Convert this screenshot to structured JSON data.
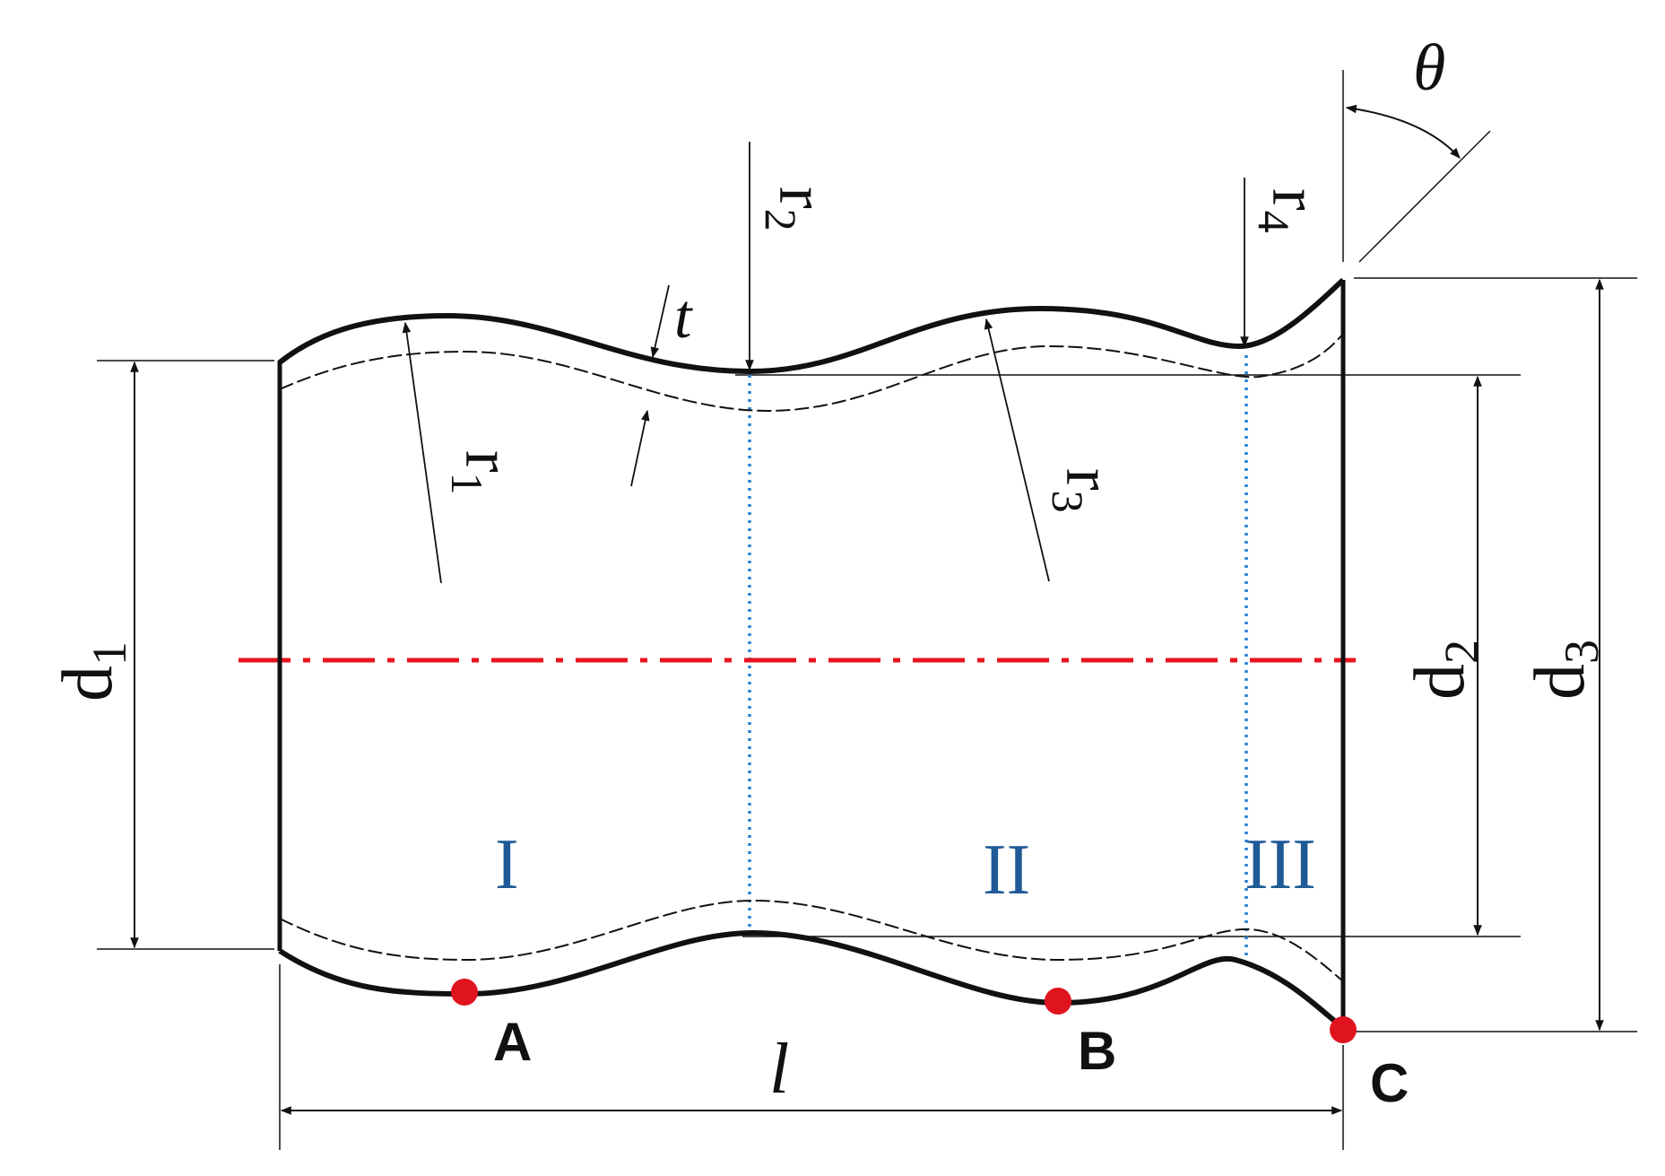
{
  "labels": {
    "theta": "θ",
    "r2": "r",
    "r2_sub": "2",
    "r4": "r",
    "r4_sub": "4",
    "t": "t",
    "r1": "r",
    "r1_sub": "1",
    "r3": "r",
    "r3_sub": "3",
    "d1": "d",
    "d1_sub": "1",
    "d2": "d",
    "d2_sub": "2",
    "d3": "d",
    "d3_sub": "3",
    "l": "l"
  },
  "zones": {
    "zone1": "I",
    "zone2": "II",
    "zone3": "III"
  },
  "points": {
    "a": "A",
    "b": "B",
    "c": "C"
  },
  "colors": {
    "outline": "#111111",
    "centerline": "#e8141e",
    "section_lines": "#2a7fd4",
    "zone_text": "#1f5a96",
    "points": "#e0141e"
  }
}
